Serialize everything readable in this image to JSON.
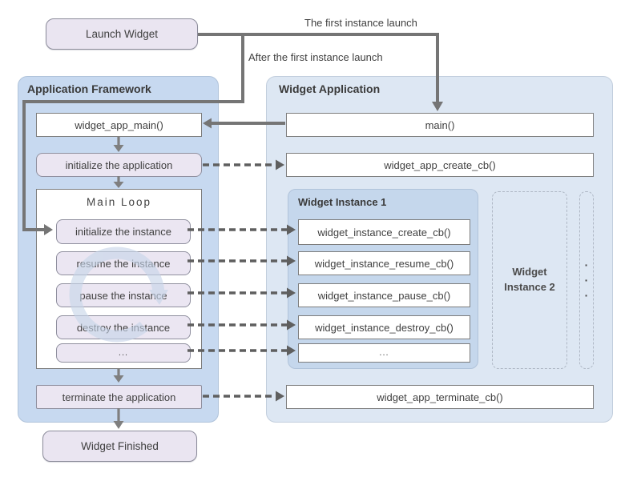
{
  "diagram": {
    "launch_widget_label": "Launch Widget",
    "widget_finished_label": "Widget Finished",
    "edge_labels": {
      "first_launch": "The first instance launch",
      "after_first_launch": "After the first instance launch"
    },
    "framework": {
      "title": "Application Framework",
      "app_main": "widget_app_main()",
      "init_app": "initialize the application",
      "main_loop": {
        "title": "Main Loop",
        "steps": [
          "initialize the instance",
          "resume the instance",
          "pause the instance",
          "destroy the instance",
          "..."
        ]
      },
      "terminate_app": "terminate the application"
    },
    "application": {
      "title": "Widget Application",
      "main": "main()",
      "create_cb": "widget_app_create_cb()",
      "instance1": {
        "title": "Widget Instance 1",
        "callbacks": [
          "widget_instance_create_cb()",
          "widget_instance_resume_cb()",
          "widget_instance_pause_cb()",
          "widget_instance_destroy_cb()",
          "..."
        ]
      },
      "instance2_title": "Widget Instance 2",
      "more_instances_dots": [
        "·",
        "·",
        "·"
      ],
      "terminate_cb": "widget_app_terminate_cb()"
    },
    "colors": {
      "framework_panel": "#c7d9f0",
      "application_panel": "#dde7f3",
      "instance_panel": "#c5d7ec",
      "step_box": "#ebe6f2",
      "solid_arrow": "#757575",
      "dashed_arrow": "#5f5f5f",
      "loop_watermark": "#c7d5e9"
    }
  }
}
